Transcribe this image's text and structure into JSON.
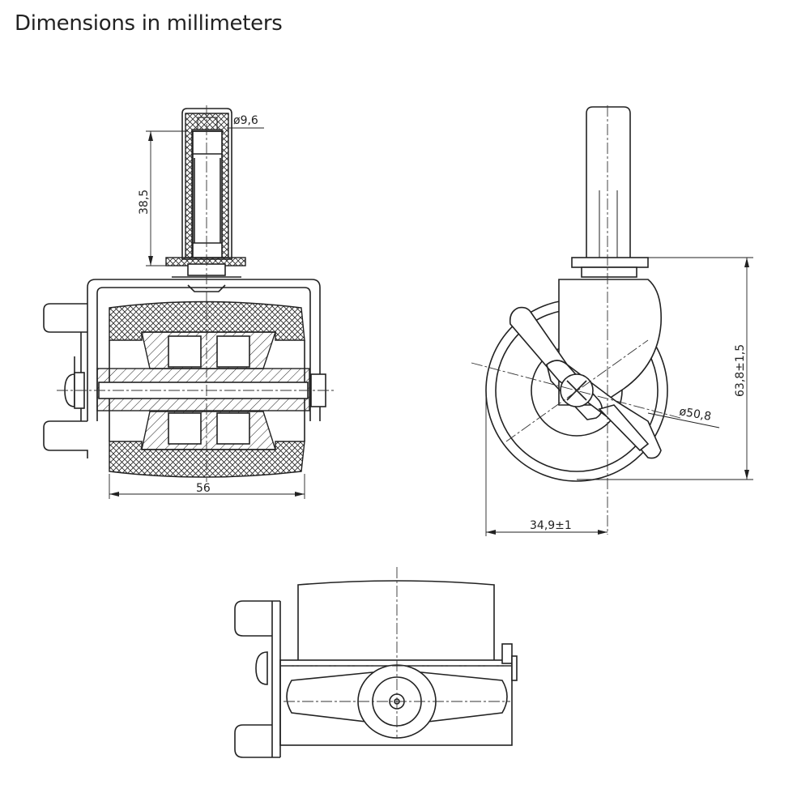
{
  "header": {
    "title": "Dimensions in millimeters"
  },
  "dimensions": {
    "pin_diameter": "ø9,6",
    "pin_height": "38,5",
    "wheel_width": "56",
    "total_height": "63,8±1,5",
    "wheel_diameter": "ø50,8",
    "offset": "34,9±1"
  }
}
